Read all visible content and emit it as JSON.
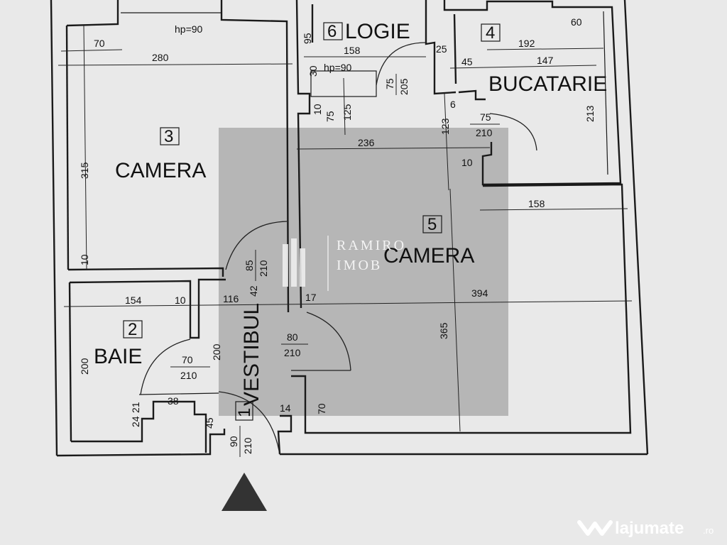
{
  "rooms": {
    "r1": {
      "num": "1",
      "name": "VESTIBUL"
    },
    "r2": {
      "num": "2",
      "name": "BAIE"
    },
    "r3": {
      "num": "3",
      "name": "CAMERA"
    },
    "r4": {
      "num": "4",
      "name": "BUCATARIE"
    },
    "r5": {
      "num": "5",
      "name": "CAMERA"
    },
    "r6": {
      "num": "6",
      "name": "LOGIE"
    }
  },
  "notes": {
    "hp_top": "hp=90",
    "hp_logie": "hp=90"
  },
  "dims": {
    "d70a": "70",
    "d280": "280",
    "d315": "315",
    "d10_r3": "10",
    "d95": "95",
    "d158_top": "158",
    "d30": "30",
    "d10_logie": "10",
    "d75_logie": "75",
    "d125": "125",
    "d25": "25",
    "d45_kit": "45",
    "d192": "192",
    "d60": "60",
    "d147": "147",
    "d213": "213",
    "d123": "123",
    "d6": "6",
    "d236": "236",
    "d10_kit": "10",
    "d158_mid": "158",
    "d394": "394",
    "d365": "365",
    "d154": "154",
    "d10_baie": "10",
    "d116": "116",
    "d17": "17",
    "d200_baie": "200",
    "d200_vest": "200",
    "d24": "24",
    "d21": "21",
    "d38": "38",
    "d45_bottom": "45",
    "d14": "14",
    "d70_bottom": "70"
  },
  "doors": {
    "logie": {
      "w": "75",
      "h": "205"
    },
    "kitchen": {
      "w": "75",
      "h": "210"
    },
    "camera3": {
      "w": "85",
      "h": "210"
    },
    "camera3_alt": "42",
    "camera5": {
      "w": "80",
      "h": "210"
    },
    "baie": {
      "w": "70",
      "h": "210"
    },
    "entrance": {
      "w": "90",
      "h": "210"
    }
  },
  "watermark": {
    "line1": "RAMIRO",
    "line2": "IMOB"
  },
  "brand": {
    "name": "lajumate",
    "tld": ".ro"
  },
  "colors": {
    "paper": "#e9e9e9",
    "ink": "#1a1a1a",
    "overlay": "#8d8d8d",
    "brand": "#ffffff"
  }
}
